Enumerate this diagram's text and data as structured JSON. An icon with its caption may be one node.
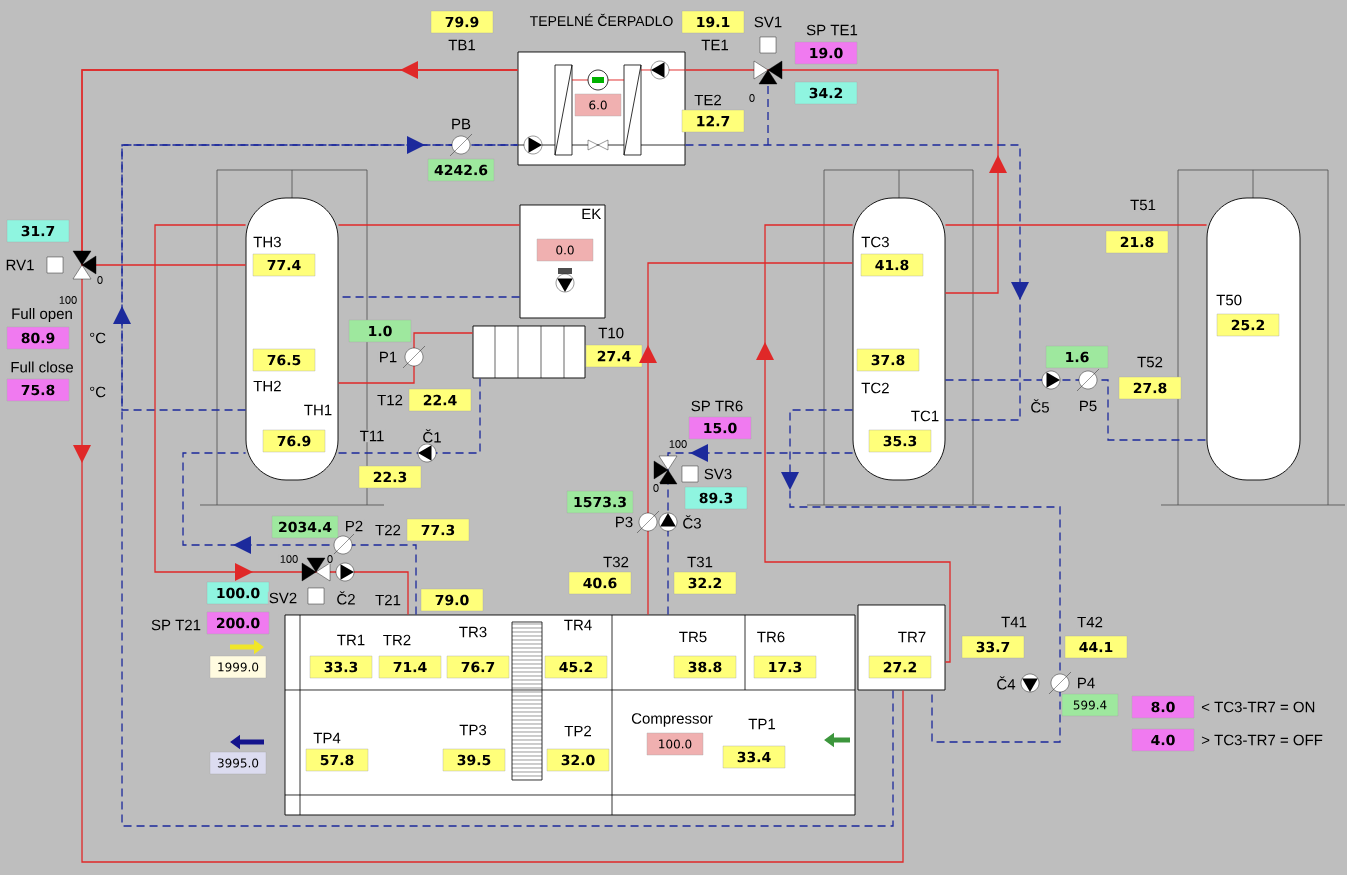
{
  "diagram": {
    "nodes": [
      {
        "text": [
          "TEPELNÉ ČERPADLO"
        ]
      },
      {
        "text": [
          "6.0"
        ],
        "in": 0
      },
      {
        "text": [
          "79.9"
        ],
        "beside": [
          "TB1"
        ]
      },
      {
        "text": [
          "19.1"
        ],
        "beside": [
          "TE1"
        ]
      },
      {
        "text": [
          "12.7"
        ],
        "beside": [
          "TE2"
        ]
      },
      {
        "text": [
          "19.0"
        ],
        "beside": [
          "SP TE1"
        ]
      },
      {
        "text": [
          "34.2"
        ]
      },
      {
        "text": [
          "4242.6"
        ],
        "beside": [
          "PB"
        ]
      },
      {
        "text": [],
        "shape": "cylinder"
      },
      {
        "text": [
          "77.4"
        ],
        "in": 8,
        "beside": [
          "TH3"
        ]
      },
      {
        "text": [
          "76.5"
        ],
        "in": 8,
        "beside": [
          "TH2"
        ]
      },
      {
        "text": [
          "76.9"
        ],
        "in": 8,
        "beside": [
          "TH1"
        ]
      },
      {
        "text": [
          "EK"
        ]
      },
      {
        "text": [
          "0.0"
        ],
        "in": 12
      },
      {
        "text": [
          "31.7"
        ]
      },
      {
        "text": [
          "80.9"
        ],
        "beside": [
          "Full open",
          "°C"
        ]
      },
      {
        "text": [
          "75.8"
        ],
        "beside": [
          "Full close",
          "°C"
        ]
      },
      {
        "text": [],
        "shape": "box"
      },
      {
        "text": [
          "1.0"
        ]
      },
      {
        "text": [
          "27.4"
        ],
        "beside": [
          "T10"
        ]
      },
      {
        "text": [
          "22.4"
        ],
        "beside": [
          "T12"
        ]
      },
      {
        "text": [
          "22.3"
        ],
        "beside": [
          "T11"
        ]
      },
      {
        "text": [],
        "shape": "cylinder"
      },
      {
        "text": [
          "41.8"
        ],
        "in": 22,
        "beside": [
          "TC3"
        ]
      },
      {
        "text": [
          "37.8"
        ],
        "in": 22,
        "beside": [
          "TC2"
        ]
      },
      {
        "text": [
          "35.3"
        ],
        "in": 22,
        "beside": [
          "TC1"
        ]
      },
      {
        "text": [],
        "shape": "cylinder"
      },
      {
        "text": [
          "25.2"
        ],
        "in": 26,
        "beside": [
          "T50"
        ]
      },
      {
        "text": [
          "21.8"
        ],
        "beside": [
          "T51"
        ]
      },
      {
        "text": [
          "1.6"
        ]
      },
      {
        "text": [
          "27.8"
        ],
        "beside": [
          "T52"
        ]
      },
      {
        "text": [
          "15.0"
        ],
        "beside": [
          "SP TR6"
        ]
      },
      {
        "text": [
          "1573.3"
        ]
      },
      {
        "text": [
          "89.3"
        ]
      },
      {
        "text": [
          "2034.4"
        ]
      },
      {
        "text": [
          "77.3"
        ],
        "beside": [
          "T22"
        ]
      },
      {
        "text": [
          "100.0"
        ]
      },
      {
        "text": [
          "200.0"
        ],
        "beside": [
          "SP T21"
        ]
      },
      {
        "text": [
          "79.0"
        ],
        "beside": [
          "T21"
        ]
      },
      {
        "text": [
          "40.6"
        ],
        "beside": [
          "T32"
        ]
      },
      {
        "text": [
          "32.2"
        ],
        "beside": [
          "T31"
        ]
      },
      {
        "text": [
          "1999.0"
        ]
      },
      {
        "text": [
          "3995.0"
        ]
      },
      {
        "text": [],
        "shape": "box"
      },
      {
        "text": [
          "33.3"
        ],
        "in": 43,
        "beside": [
          "TR1"
        ]
      },
      {
        "text": [
          "71.4"
        ],
        "in": 43,
        "beside": [
          "TR2"
        ]
      },
      {
        "text": [
          "76.7"
        ],
        "in": 43,
        "beside": [
          "TR3"
        ]
      },
      {
        "text": [
          "45.2"
        ],
        "in": 43,
        "beside": [
          "TR4"
        ]
      },
      {
        "text": [
          "38.8"
        ],
        "in": 43,
        "beside": [
          "TR5"
        ]
      },
      {
        "text": [
          "17.3"
        ],
        "in": 43,
        "beside": [
          "TR6"
        ]
      },
      {
        "text": [
          "57.8"
        ],
        "in": 43,
        "beside": [
          "TP4"
        ]
      },
      {
        "text": [
          "39.5"
        ],
        "in": 43,
        "beside": [
          "TP3"
        ]
      },
      {
        "text": [
          "32.0"
        ],
        "in": 43,
        "beside": [
          "TP2"
        ]
      },
      {
        "text": [
          "100.0"
        ],
        "in": 43,
        "beside": [
          "Compressor"
        ]
      },
      {
        "text": [
          "33.4"
        ],
        "in": 43,
        "beside": [
          "TP1"
        ]
      },
      {
        "text": [],
        "shape": "box"
      },
      {
        "text": [
          "27.2"
        ],
        "in": 55,
        "beside": [
          "TR7"
        ]
      },
      {
        "text": [
          "33.7"
        ],
        "beside": [
          "T41"
        ]
      },
      {
        "text": [
          "44.1"
        ],
        "beside": [
          "T42"
        ]
      },
      {
        "text": [
          "599.4"
        ]
      },
      {
        "text": [
          "8.0"
        ],
        "beside": [
          "< TC3-TR7 = ON"
        ]
      },
      {
        "text": [
          "4.0"
        ],
        "beside": [
          "> TC3-TR7 = OFF"
        ]
      }
    ],
    "edges": [
      {
        "from": 0,
        "to": 8,
        "arrow": "to",
        "color": "#e02828"
      },
      {
        "from": 0,
        "to": 55,
        "arrow": "to",
        "color": "#e02828"
      },
      {
        "from": 8,
        "to": 43,
        "arrow": "to",
        "color": "#e02828"
      },
      {
        "from": 55,
        "to": 0,
        "arrow": "to",
        "style": "dashed",
        "color": "#1c2a9c"
      },
      {
        "from": 22,
        "to": 0,
        "arrow": "to",
        "color": "#e02828"
      },
      {
        "from": 0,
        "to": 22,
        "arrow": "to",
        "style": "dashed",
        "color": "#1c2a9c"
      },
      {
        "from": 22,
        "to": 26,
        "arrow": "none",
        "color": "#e02828"
      },
      {
        "from": 22,
        "to": 26,
        "arrow": "to",
        "style": "dashed",
        "color": "#1c2a9c"
      },
      {
        "from": 43,
        "to": 22,
        "arrow": "to",
        "color": "#e02828"
      },
      {
        "from": 22,
        "to": 43,
        "arrow": "to",
        "style": "dashed",
        "color": "#1c2a9c"
      },
      {
        "from": 55,
        "to": 22,
        "arrow": "to",
        "color": "#e02828"
      },
      {
        "from": 22,
        "to": 55,
        "arrow": "to",
        "style": "dashed",
        "color": "#1c2a9c"
      },
      {
        "from": 8,
        "to": 12,
        "arrow": "none",
        "color": "#e02828"
      },
      {
        "from": 12,
        "to": 8,
        "arrow": "none",
        "style": "dashed",
        "color": "#1c2a9c"
      },
      {
        "from": 8,
        "to": 17,
        "arrow": "none",
        "color": "#e02828"
      },
      {
        "from": 17,
        "to": 8,
        "arrow": "to",
        "style": "dashed",
        "color": "#1c2a9c"
      },
      {
        "from": 43,
        "to": 8,
        "arrow": "to",
        "style": "dashed",
        "color": "#1c2a9c"
      },
      {
        "from": 8,
        "to": 0,
        "arrow": "none",
        "style": "dashed",
        "color": "#1c2a9c"
      }
    ],
    "labels": [
      "SV1",
      "0",
      "RV1",
      "0",
      "100",
      "P1",
      "Č1",
      "Č5",
      "P5",
      "SV3",
      "100",
      "0",
      "P3",
      "Č3",
      "P2",
      "0",
      "100",
      "SV2",
      "Č2",
      "Č4",
      "P4"
    ]
  }
}
